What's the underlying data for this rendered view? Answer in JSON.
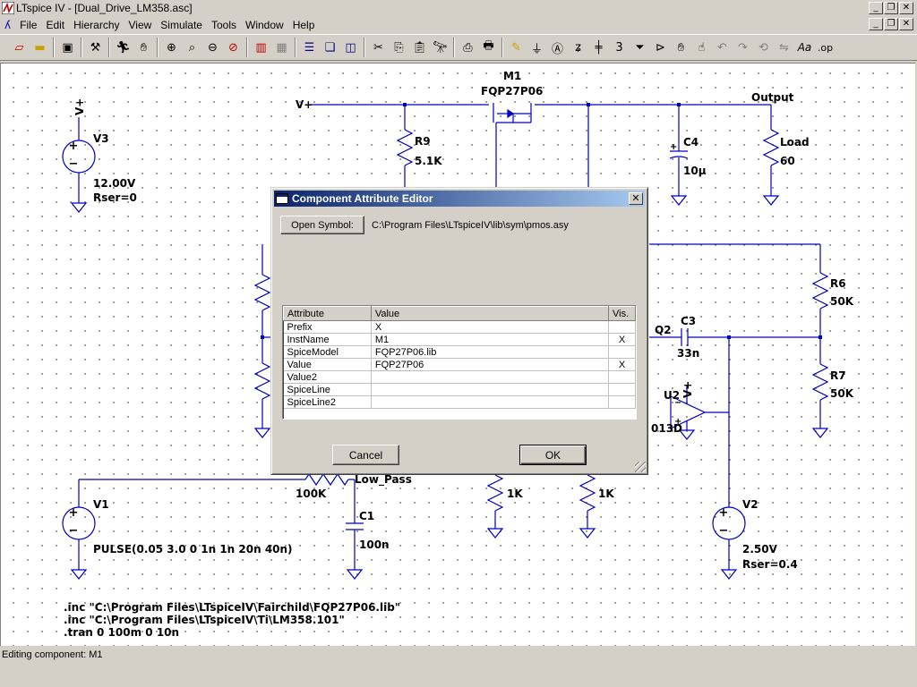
{
  "window": {
    "title": "LTspice IV - [Dual_Drive_LM358.asc]"
  },
  "menu": [
    "File",
    "Edit",
    "Hierarchy",
    "View",
    "Simulate",
    "Tools",
    "Window",
    "Help"
  ],
  "status": "Editing component: M1",
  "dialog": {
    "title": "Component Attribute Editor",
    "open_symbol": "Open Symbol:",
    "symbol_path": "C:\\Program Files\\LTspiceIV\\lib\\sym\\pmos.asy",
    "columns": [
      "Attribute",
      "Value",
      "Vis."
    ],
    "rows": [
      {
        "attr": "Prefix",
        "value": "X",
        "vis": ""
      },
      {
        "attr": "InstName",
        "value": "M1",
        "vis": "X"
      },
      {
        "attr": "SpiceModel",
        "value": "FQP27P06.lib",
        "vis": ""
      },
      {
        "attr": "Value",
        "value": "FQP27P06",
        "vis": "X"
      },
      {
        "attr": "Value2",
        "value": "",
        "vis": ""
      },
      {
        "attr": "SpiceLine",
        "value": "",
        "vis": ""
      },
      {
        "attr": "SpiceLine2",
        "value": "",
        "vis": ""
      }
    ],
    "cancel": "Cancel",
    "ok": "OK"
  },
  "schematic": {
    "labels": {
      "m1_name": "M1",
      "m1_model": "FQP27P06",
      "vplus_net": "V+",
      "output": "Output",
      "r9": "R9",
      "r9v": "5.1K",
      "c4": "C4",
      "c4v": "10µ",
      "load": "Load",
      "loadv": "60",
      "v3": "V3",
      "v3v": "12.00V",
      "v3r": "Rser=0",
      "v3plus": "V+",
      "r6": "R6",
      "r6v": "50K",
      "r7": "R7",
      "r7v": "50K",
      "q2": "Q2",
      "c3": "C3",
      "c3v": "33n",
      "u2": "U2",
      "u2plus": "V+",
      "u2part": "013D",
      "v1": "V1",
      "v1v": "PULSE(0.05 3.0 0 1n 1n 20n 40n)",
      "r100k": "100K",
      "lowpass": "Low_Pass",
      "c1": "C1",
      "c1v": "100n",
      "r1k_a": "1K",
      "r1k_b": "1K",
      "v2": "V2",
      "v2v": "2.50V",
      "v2r": "Rser=0.4"
    },
    "directives": [
      ".inc \"C:\\Program Files\\LTspiceIV\\Fairchild\\FQP27P06.lib\"",
      ".inc \"C:\\Program Files\\LTspiceIV\\Ti\\LM358.101\"",
      ".tran 0 100m 0 10n"
    ]
  }
}
